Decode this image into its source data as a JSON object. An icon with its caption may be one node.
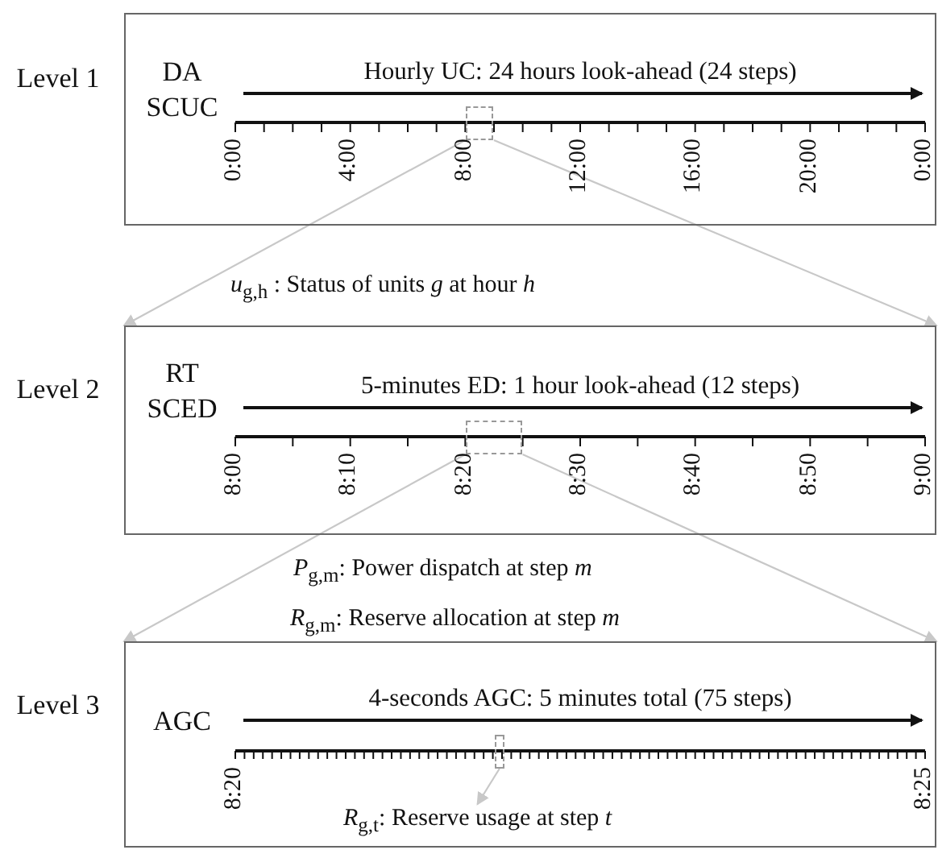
{
  "diagram": {
    "nodes": [
      {
        "text": [
          "DA SCUC",
          "Hourly UC: 24 hours look-ahead (24 steps)"
        ],
        "beside": [
          "Level 1"
        ]
      },
      {
        "text": [],
        "shape": "box",
        "in": 0
      },
      {
        "text": [
          "RT SCED",
          "5-minutes ED: 1 hour look-ahead (12 steps)"
        ],
        "beside": [
          "Level 2"
        ]
      },
      {
        "text": [],
        "shape": "box",
        "in": 2
      },
      {
        "text": [
          "AGC",
          "4-seconds AGC: 5 minutes total (75 steps)"
        ],
        "beside": [
          "Level 3"
        ]
      },
      {
        "text": [],
        "shape": "box",
        "in": 4
      },
      {
        "text": [
          "*R*$_{g,t}$: Reserve usage at step *t*"
        ],
        "in": 4
      }
    ],
    "edges": [
      {
        "from": 1,
        "to": 2,
        "arrow": "to",
        "color": "#c8c8c8"
      },
      {
        "from": 1,
        "to": 2,
        "arrow": "to",
        "color": "#c8c8c8"
      },
      {
        "from": 3,
        "to": 4,
        "arrow": "to",
        "color": "#c8c8c8"
      },
      {
        "from": 3,
        "to": 4,
        "arrow": "to",
        "color": "#c8c8c8"
      },
      {
        "from": 5,
        "to": 6,
        "arrow": "to",
        "color": "#c8c8c8"
      }
    ],
    "labels": [
      "0:00",
      "4:00",
      "8:00",
      "12:00",
      "16:00",
      "20:00",
      "0:00",
      "*u*$_{g,h}$ : Status of units *g* at hour *h*",
      "8:00",
      "8:10",
      "8:20",
      "8:30",
      "8:40",
      "8:50",
      "9:00",
      "*P*$_{g,m}$: Power dispatch at step *m*",
      "*R*$_{g,m}$: Reserve allocation at step *m*",
      "8:20",
      "8:25"
    ]
  }
}
